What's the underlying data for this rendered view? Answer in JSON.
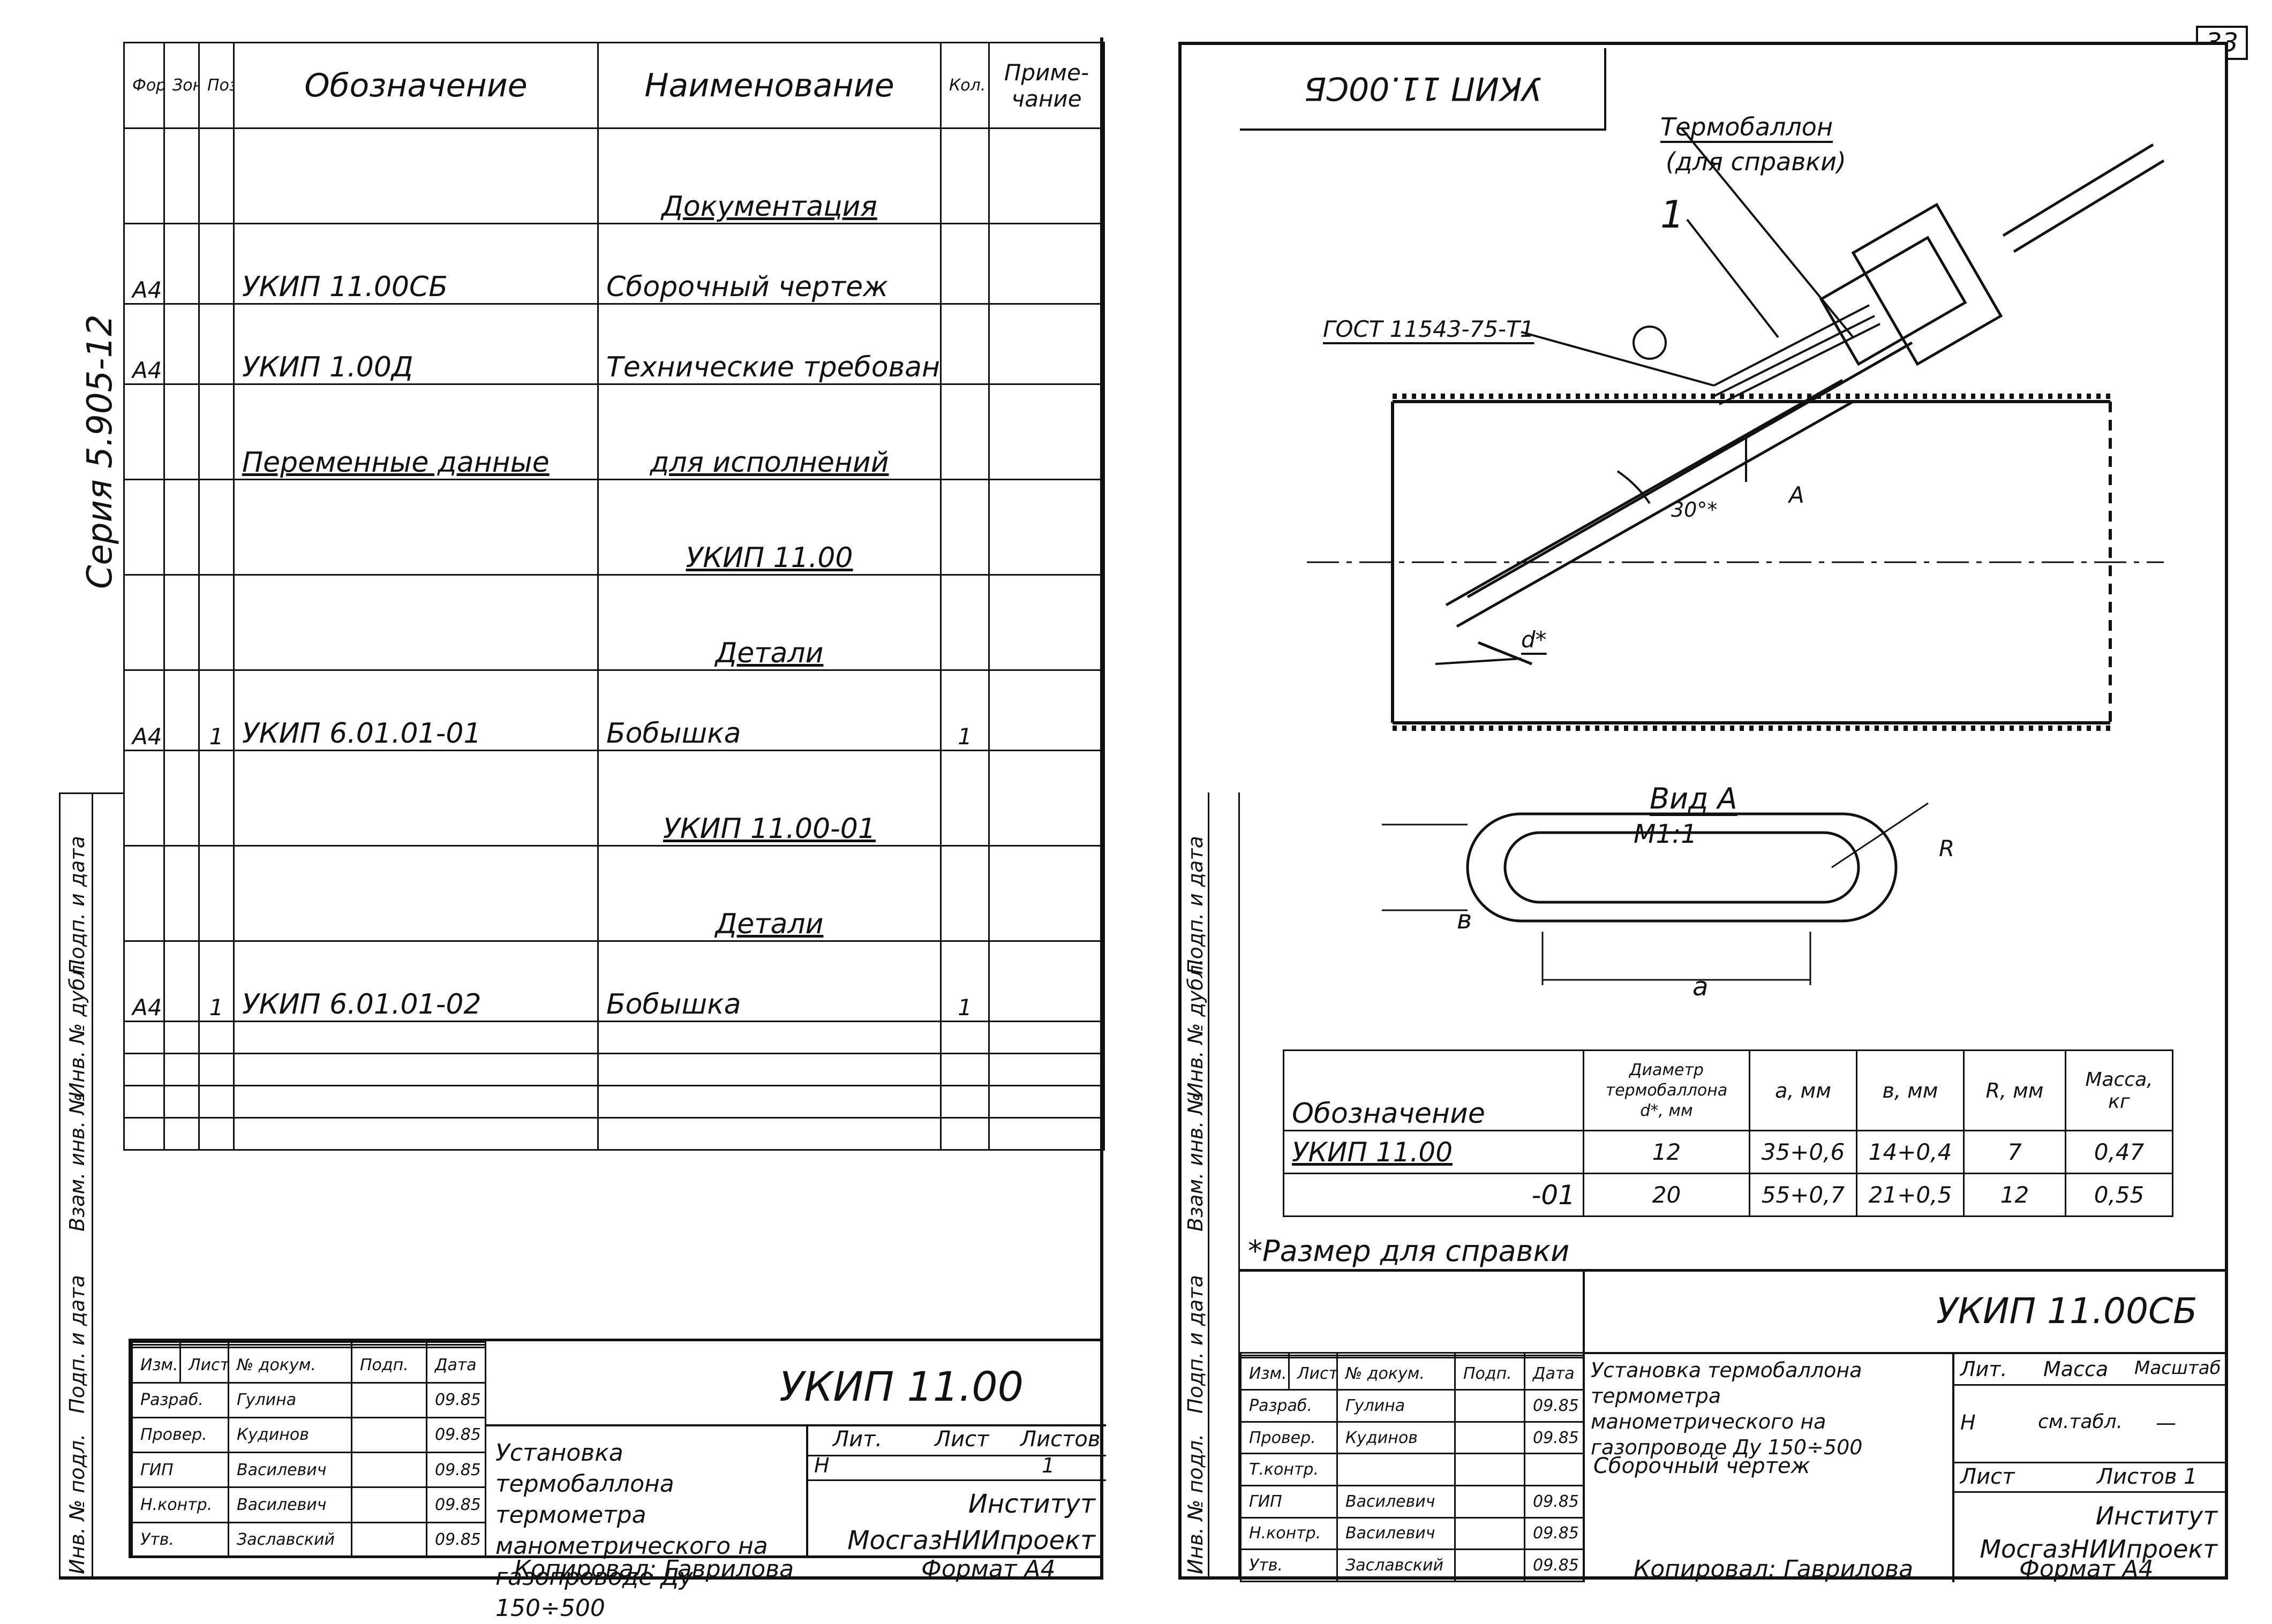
{
  "page_number": "33",
  "left_sheet": {
    "series_label": "Серия 5.905-12",
    "spec_headers": {
      "format": "Формат",
      "zone": "Зона",
      "pos": "Поз.",
      "designation": "Обозначение",
      "name": "Наименование",
      "qty": "Кол.",
      "note": "Приме-чание"
    },
    "spec_rows": [
      {
        "format": "",
        "pos": "",
        "designation": "",
        "name": "Документация",
        "qty": "",
        "heading": true
      },
      {
        "format": "А4",
        "pos": "",
        "designation": "УКИП 11.00СБ",
        "name": "Сборочный чертеж",
        "qty": ""
      },
      {
        "format": "А4",
        "pos": "",
        "designation": "УКИП 1.00Д",
        "name": "Технические требования",
        "qty": ""
      },
      {
        "format": "",
        "pos": "",
        "designation": "Переменные данные",
        "name": "для исполнений",
        "qty": "",
        "heading": true
      },
      {
        "format": "",
        "pos": "",
        "designation": "",
        "name": "УКИП 11.00",
        "qty": "",
        "heading": true
      },
      {
        "format": "",
        "pos": "",
        "designation": "",
        "name": "Детали",
        "qty": "",
        "heading": true
      },
      {
        "format": "А4",
        "pos": "1",
        "designation": "УКИП 6.01.01-01",
        "name": "Бобышка",
        "qty": "1"
      },
      {
        "format": "",
        "pos": "",
        "designation": "",
        "name": "УКИП 11.00-01",
        "qty": "",
        "heading": true
      },
      {
        "format": "",
        "pos": "",
        "designation": "",
        "name": "Детали",
        "qty": "",
        "heading": true
      },
      {
        "format": "А4",
        "pos": "1",
        "designation": "УКИП 6.01.01-02",
        "name": "Бобышка",
        "qty": "1"
      }
    ],
    "side_stamps": [
      "Инв. № подл.",
      "Подп. и дата",
      "Взам. инв. №",
      "Инв. № дубл.",
      "Подп. и дата"
    ],
    "title_block": {
      "doc_code": "УКИП 11.00",
      "headers": [
        "Изм.",
        "Лист",
        "№ докум.",
        "Подп.",
        "Дата"
      ],
      "people": [
        {
          "role": "Разраб.",
          "name": "Гулина",
          "date": "09.85"
        },
        {
          "role": "Провер.",
          "name": "Кудинов",
          "date": "09.85"
        },
        {
          "role": "ГИП",
          "name": "Василевич",
          "date": "09.85"
        },
        {
          "role": "Н.контр.",
          "name": "Василевич",
          "date": "09.85"
        },
        {
          "role": "Утв.",
          "name": "Заславский",
          "date": "09.85"
        }
      ],
      "title_text": "Установка термобаллона термометра манометрического на газопроводе Ду 150÷500",
      "lit_label": "Лит.",
      "sheet_label": "Лист",
      "sheets_label": "Листов",
      "lit_value": "Н",
      "sheet_value": "",
      "sheets_value": "1",
      "org": "Институт МосгазНИИпроект",
      "copied": "Копировал: Гаврилова",
      "format": "Формат А4"
    }
  },
  "right_sheet": {
    "mirror_code": "УКИП 11.00СБ",
    "labels": {
      "thermo": "Термобаллон",
      "thermo_note": "(для справки)",
      "leader_1": "1",
      "gost": "ГОСТ 11543-75-Т1",
      "angle": "30°*",
      "a": "А",
      "d": "d*",
      "view": "Вид А",
      "scale": "М1:1",
      "r": "R",
      "b": "в",
      "a_small": "а"
    },
    "dim_table": {
      "headers": [
        "Обозначение",
        "Диаметр термобаллона d*, мм",
        "а, мм",
        "в, мм",
        "R, мм",
        "Масса, кг"
      ],
      "rows": [
        [
          "УКИП 11.00",
          "12",
          "35+0,6",
          "14+0,4",
          "7",
          "0,47"
        ],
        [
          "-01",
          "20",
          "55+0,7",
          "21+0,5",
          "12",
          "0,55"
        ]
      ]
    },
    "footnote": "*Размер для справки",
    "title_block": {
      "doc_code": "УКИП 11.00СБ",
      "headers": [
        "Изм.",
        "Лист",
        "№ докум.",
        "Подп.",
        "Дата"
      ],
      "people": [
        {
          "role": "Разраб.",
          "name": "Гулина",
          "date": "09.85"
        },
        {
          "role": "Провер.",
          "name": "Кудинов",
          "date": "09.85"
        },
        {
          "role": "Т.контр.",
          "name": "",
          "date": ""
        },
        {
          "role": "ГИП",
          "name": "Василевич",
          "date": "09.85"
        },
        {
          "role": "Н.контр.",
          "name": "Василевич",
          "date": "09.85"
        },
        {
          "role": "Утв.",
          "name": "Заславский",
          "date": "09.85"
        }
      ],
      "title_text": "Установка термобаллона термометра манометрического на газопроводе Ду 150÷500",
      "title_sub": "Сборочный чертеж",
      "lit_label": "Лит.",
      "mass_label": "Масса",
      "scale_label": "Масштаб",
      "lit_value": "Н",
      "mass_value": "см.табл.",
      "scale_value": "—",
      "sheet_label": "Лист",
      "sheets_label": "Листов 1",
      "org": "Институт МосгазНИИпроект",
      "copied": "Копировал: Гаврилова",
      "format": "Формат А4"
    }
  }
}
